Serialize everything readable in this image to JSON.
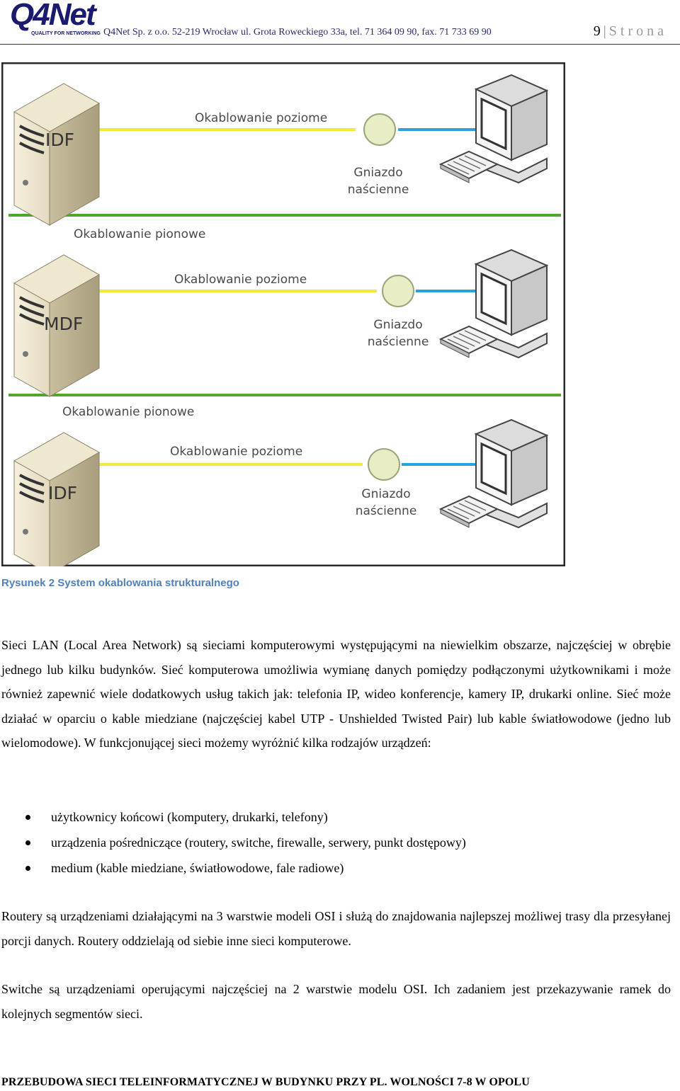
{
  "header": {
    "logo_text": "Q4Net",
    "logo_tagline": "QUALITY FOR NETWORKING",
    "company_line": "Q4Net Sp. z o.o. 52-219 Wrocław ul. Grota Roweckiego 33a, tel. 71 364 09 90, fax. 71 733 69 90",
    "page_number": "9",
    "page_word": "Strona"
  },
  "figure": {
    "sections": [
      {
        "server_label": "IDF",
        "horizontal_label": "Okablowanie poziome",
        "socket_label_1": "Gniazdo",
        "socket_label_2": "naścienne"
      },
      {
        "server_label": "MDF",
        "horizontal_label": "Okablowanie poziome",
        "socket_label_1": "Gniazdo",
        "socket_label_2": "naścienne"
      },
      {
        "server_label": "IDF",
        "horizontal_label": "Okablowanie poziome",
        "socket_label_1": "Gniazdo",
        "socket_label_2": "naścienne"
      }
    ],
    "vertical_labels": [
      "Okablowanie pionowe",
      "Okablowanie pionowe"
    ],
    "colors": {
      "horizontal_cable": "#f2ea3a",
      "endpoint_cable": "#29a3e0",
      "vertical_cable": "#4fa82b",
      "socket": "#e8edc6"
    }
  },
  "caption": "Rysunek 2 System okablowania strukturalnego",
  "paragraph1": "Sieci LAN (Local Area Network) są sieciami komputerowymi występującymi na niewielkim obszarze, najczęściej w obrębie jednego lub kilku budynków. Sieć komputerowa umożliwia wymianę danych pomiędzy podłączonymi użytkownikami i może również zapewnić wiele dodatkowych usług  takich jak:  telefonia IP, wideo konferencje, kamery IP, drukarki online. Sieć może działać w oparciu o kable miedziane (najczęściej kabel UTP - Unshielded Twisted Pair) lub kable światłowodowe (jedno lub wielomodowe). W funkcjonującej sieci możemy wyróżnić kilka rodzajów urządzeń:",
  "list": [
    "użytkownicy końcowi (komputery, drukarki, telefony)",
    "urządzenia pośredniczące (routery, switche, firewalle, serwery, punkt dostępowy)",
    "medium (kable miedziane, światłowodowe, fale radiowe)"
  ],
  "paragraph2": "Routery są urządzeniami działającymi na 3 warstwie modeli OSI i służą do znajdowania najlepszej możliwej trasy dla przesyłanej porcji danych. Routery oddzielają od siebie inne sieci komputerowe.",
  "paragraph3": "Switche są urządzeniami operującymi najczęściej na 2 warstwie modelu OSI. Ich zadaniem jest przekazywanie ramek do kolejnych segmentów sieci.",
  "footer": "PRZEBUDOWA SIECI TELEINFORMATYCZNEJ W BUDYNKU PRZY PL. WOLNOŚCI 7-8 W OPOLU"
}
